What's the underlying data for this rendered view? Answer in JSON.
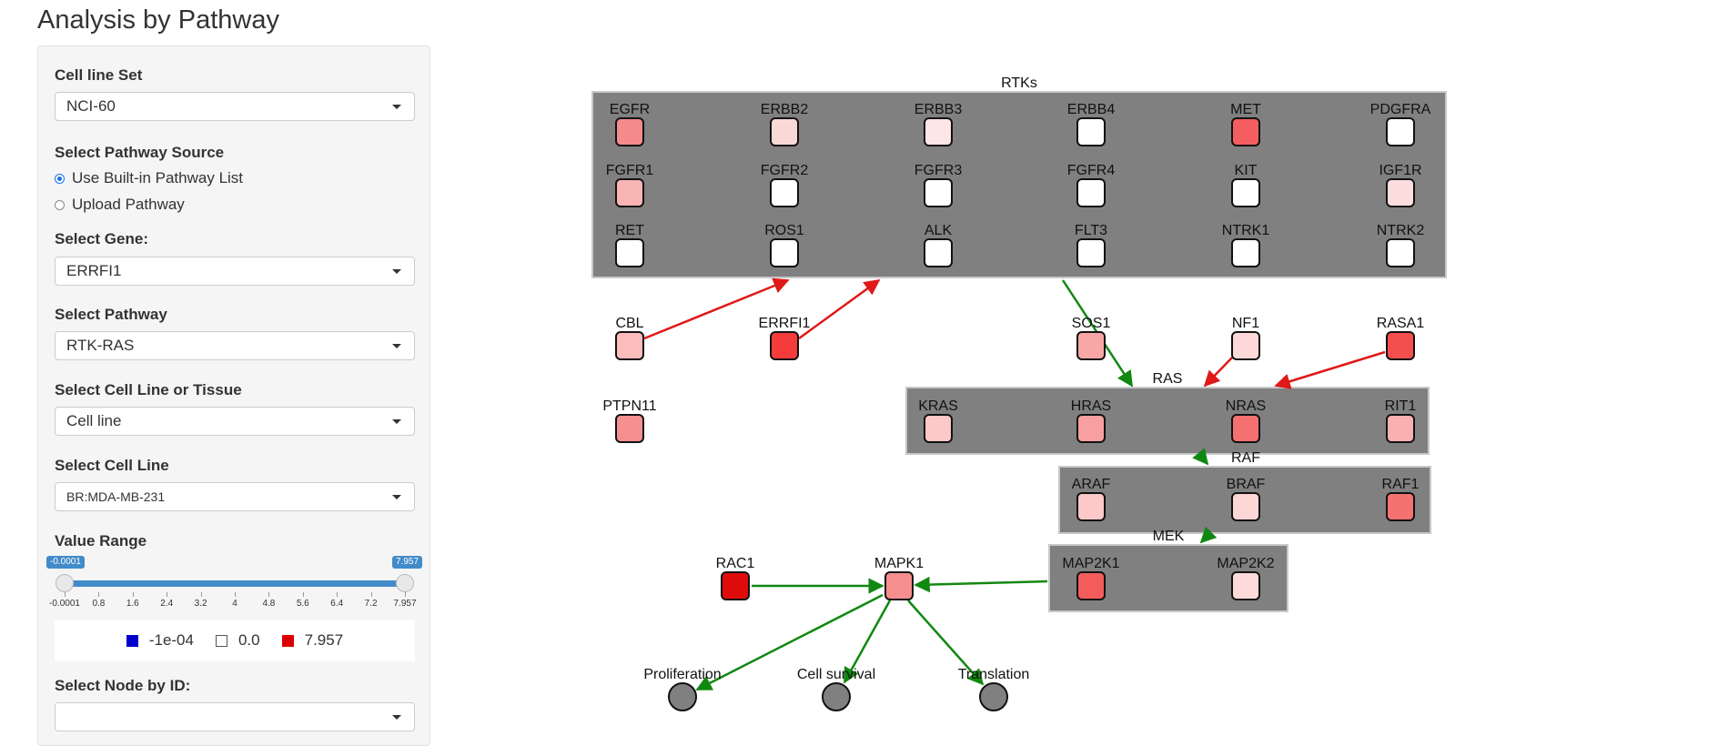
{
  "page": {
    "title": "Analysis by Pathway"
  },
  "sidebar": {
    "cell_line_set": {
      "label": "Cell line Set",
      "value": "NCI-60"
    },
    "pathway_source": {
      "label": "Select Pathway Source",
      "options": [
        {
          "label": "Use Built-in Pathway List",
          "checked": true
        },
        {
          "label": "Upload Pathway",
          "checked": false
        }
      ]
    },
    "gene": {
      "label": "Select Gene:",
      "value": "ERRFI1"
    },
    "pathway": {
      "label": "Select Pathway",
      "value": "RTK-RAS"
    },
    "cell_line_or_tissue": {
      "label": "Select Cell Line or Tissue",
      "value": "Cell line"
    },
    "cell_line": {
      "label": "Select Cell Line",
      "value": "BR:MDA-MB-231"
    },
    "value_range": {
      "label": "Value Range",
      "min": -0.0001,
      "max": 7.957,
      "from_label": "-0.0001",
      "to_label": "7.957",
      "ticks": [
        "-0.0001",
        "0.8",
        "1.6",
        "2.4",
        "3.2",
        "4",
        "4.8",
        "5.6",
        "6.4",
        "7.2",
        "7.957"
      ]
    },
    "legend": {
      "items": [
        {
          "label": "-1e-04",
          "color": "#0000cc"
        },
        {
          "label": "0.0",
          "color": "#ffffff"
        },
        {
          "label": "7.957",
          "color": "#dd0000"
        }
      ]
    },
    "node_by_id": {
      "label": "Select Node by ID:",
      "value": ""
    }
  },
  "network": {
    "colors": {
      "group_fill": "#808080",
      "inhibit_edge": "#e01818",
      "activate_edge": "#118811",
      "process_node": "#808080"
    },
    "groups": [
      {
        "id": "rtks",
        "label": "RTKs"
      },
      {
        "id": "ras",
        "label": "RAS"
      },
      {
        "id": "raf",
        "label": "RAF"
      },
      {
        "id": "mek",
        "label": "MEK"
      }
    ],
    "nodes": [
      {
        "id": "EGFR",
        "label": "EGFR",
        "color": "#f58a8a"
      },
      {
        "id": "ERBB2",
        "label": "ERBB2",
        "color": "#fbd8d8"
      },
      {
        "id": "ERBB3",
        "label": "ERBB3",
        "color": "#fde6e6"
      },
      {
        "id": "ERBB4",
        "label": "ERBB4",
        "color": "#ffffff"
      },
      {
        "id": "MET",
        "label": "MET",
        "color": "#f45e5e"
      },
      {
        "id": "PDGFRA",
        "label": "PDGFRA",
        "color": "#ffffff"
      },
      {
        "id": "FGFR1",
        "label": "FGFR1",
        "color": "#f9b4b4"
      },
      {
        "id": "FGFR2",
        "label": "FGFR2",
        "color": "#ffffff"
      },
      {
        "id": "FGFR3",
        "label": "FGFR3",
        "color": "#ffffff"
      },
      {
        "id": "FGFR4",
        "label": "FGFR4",
        "color": "#ffffff"
      },
      {
        "id": "KIT",
        "label": "KIT",
        "color": "#ffffff"
      },
      {
        "id": "IGF1R",
        "label": "IGF1R",
        "color": "#fddede"
      },
      {
        "id": "RET",
        "label": "RET",
        "color": "#ffffff"
      },
      {
        "id": "ROS1",
        "label": "ROS1",
        "color": "#ffffff"
      },
      {
        "id": "ALK",
        "label": "ALK",
        "color": "#ffffff"
      },
      {
        "id": "FLT3",
        "label": "FLT3",
        "color": "#ffffff"
      },
      {
        "id": "NTRK1",
        "label": "NTRK1",
        "color": "#ffffff"
      },
      {
        "id": "NTRK2",
        "label": "NTRK2",
        "color": "#ffffff"
      },
      {
        "id": "CBL",
        "label": "CBL",
        "color": "#fbbcbc"
      },
      {
        "id": "ERRFI1",
        "label": "ERRFI1",
        "color": "#f43c3c"
      },
      {
        "id": "SOS1",
        "label": "SOS1",
        "color": "#f8a6a6"
      },
      {
        "id": "NF1",
        "label": "NF1",
        "color": "#fdd8d8"
      },
      {
        "id": "RASA1",
        "label": "RASA1",
        "color": "#f44e4e"
      },
      {
        "id": "PTPN11",
        "label": "PTPN11",
        "color": "#f59090"
      },
      {
        "id": "KRAS",
        "label": "KRAS",
        "color": "#fcc8c8"
      },
      {
        "id": "HRAS",
        "label": "HRAS",
        "color": "#f8a0a0"
      },
      {
        "id": "NRAS",
        "label": "NRAS",
        "color": "#f57070"
      },
      {
        "id": "RIT1",
        "label": "RIT1",
        "color": "#f9b0b0"
      },
      {
        "id": "ARAF",
        "label": "ARAF",
        "color": "#fcc8c8"
      },
      {
        "id": "BRAF",
        "label": "BRAF",
        "color": "#fdd6d6"
      },
      {
        "id": "RAF1",
        "label": "RAF1",
        "color": "#f57272"
      },
      {
        "id": "MAP2K1",
        "label": "MAP2K1",
        "color": "#f45c5c"
      },
      {
        "id": "MAP2K2",
        "label": "MAP2K2",
        "color": "#fddada"
      },
      {
        "id": "RAC1",
        "label": "RAC1",
        "color": "#e00c0c"
      },
      {
        "id": "MAPK1",
        "label": "MAPK1",
        "color": "#f58e8e"
      },
      {
        "id": "Proliferation",
        "label": "Proliferation",
        "shape": "circle"
      },
      {
        "id": "CellSurvival",
        "label": "Cell survival",
        "shape": "circle"
      },
      {
        "id": "Translation",
        "label": "Translation",
        "shape": "circle"
      }
    ],
    "edges": [
      {
        "from": "CBL",
        "to": "rtks",
        "type": "inhibit"
      },
      {
        "from": "ERRFI1",
        "to": "rtks",
        "type": "inhibit"
      },
      {
        "from": "rtks",
        "to": "ras",
        "type": "activate"
      },
      {
        "from": "NF1",
        "to": "ras",
        "type": "inhibit"
      },
      {
        "from": "RASA1",
        "to": "ras",
        "type": "inhibit"
      },
      {
        "from": "ras",
        "to": "raf",
        "type": "activate"
      },
      {
        "from": "raf",
        "to": "mek",
        "type": "activate"
      },
      {
        "from": "mek",
        "to": "MAPK1",
        "type": "activate"
      },
      {
        "from": "RAC1",
        "to": "MAPK1",
        "type": "activate"
      },
      {
        "from": "MAPK1",
        "to": "Proliferation",
        "type": "activate"
      },
      {
        "from": "MAPK1",
        "to": "CellSurvival",
        "type": "activate"
      },
      {
        "from": "MAPK1",
        "to": "Translation",
        "type": "activate"
      }
    ]
  }
}
